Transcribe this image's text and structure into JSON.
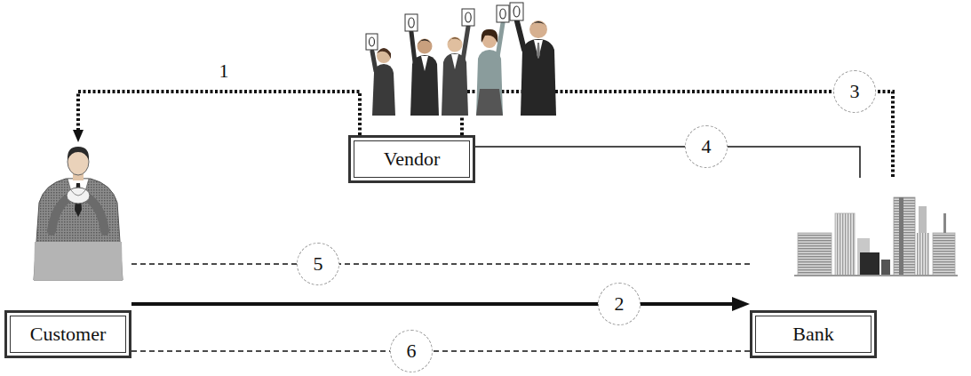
{
  "diagram": {
    "nodes": [
      {
        "text": [
          "Vendor"
        ]
      },
      {
        "text": [
          "Customer"
        ]
      },
      {
        "text": [
          "Bank"
        ]
      }
    ],
    "edges": [
      {
        "from": 0,
        "to": 1,
        "arrow": "to",
        "label": "1"
      },
      {
        "from": 1,
        "to": 2,
        "arrow": "to",
        "label": "2"
      },
      {
        "from": 0,
        "to": 2,
        "arrow": "none",
        "label": "3"
      },
      {
        "from": 0,
        "to": 2,
        "arrow": "none",
        "label": "4"
      },
      {
        "from": 1,
        "to": 2,
        "arrow": "none",
        "label": "5"
      },
      {
        "from": 1,
        "to": 2,
        "arrow": "none",
        "label": "6"
      }
    ]
  }
}
